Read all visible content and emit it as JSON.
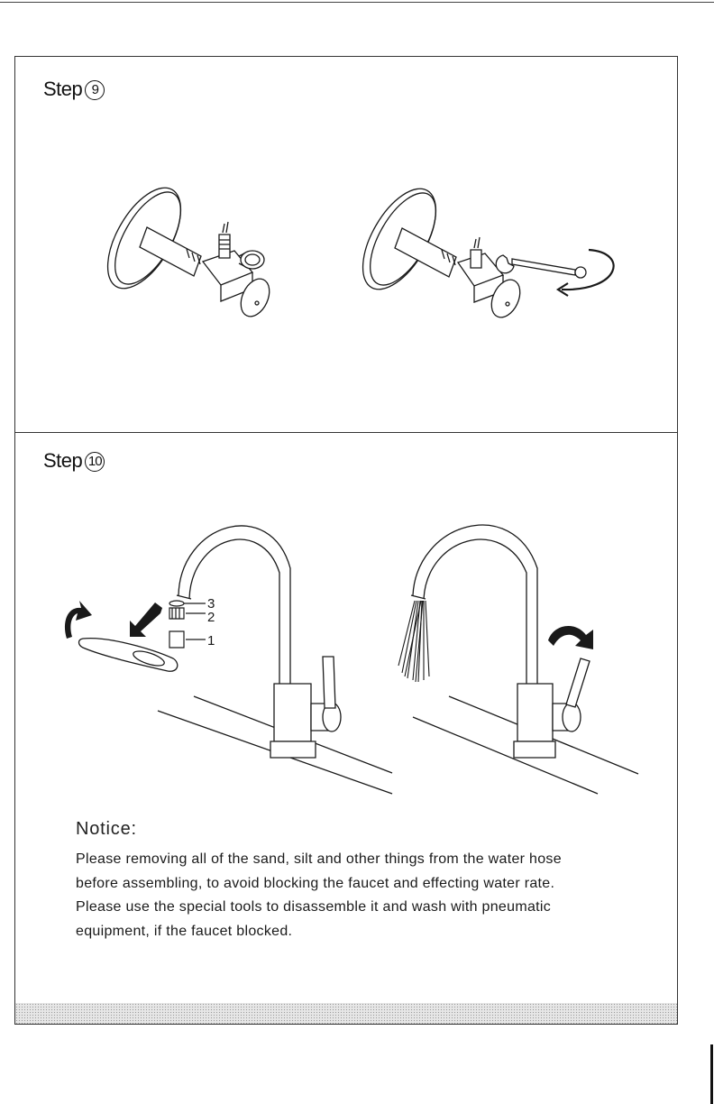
{
  "steps": [
    {
      "label": "Step",
      "number": "9"
    },
    {
      "label": "Step",
      "number": "10"
    }
  ],
  "callouts": [
    "3",
    "2",
    "1"
  ],
  "notice": {
    "title": "Notice:",
    "lines": [
      "Please removing all of the sand, silt and other things from the water hose",
      "before assembling, to avoid blocking the faucet and effecting water rate.",
      "Please use the special tools to disassemble it and wash with pneumatic",
      "equipment, if the faucet blocked."
    ]
  },
  "icons": [
    "wall-flange-valve-icon",
    "wrench-icon",
    "rotate-arrow-icon",
    "faucet-icon",
    "aerator-parts-icon",
    "water-spray-icon",
    "down-arrow-icon"
  ],
  "colors": {
    "line": "#1a1a1a",
    "stipple": "#e6e6e6"
  }
}
